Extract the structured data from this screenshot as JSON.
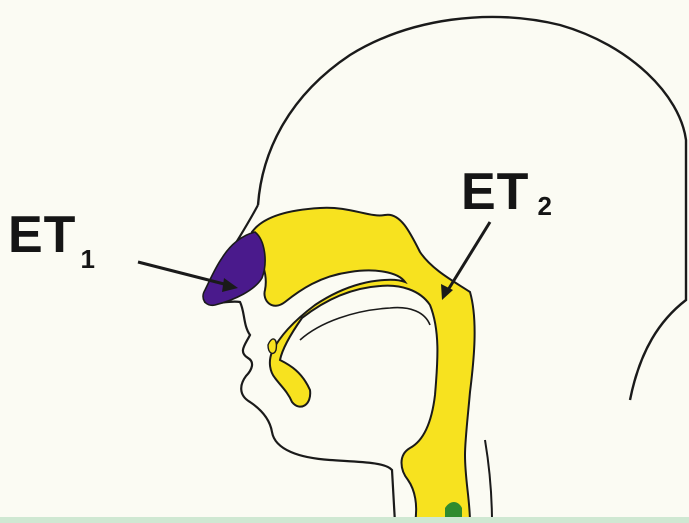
{
  "labels": {
    "et1": {
      "main": "ET",
      "sub": "1"
    },
    "et2": {
      "main": "ET",
      "sub": "2"
    }
  },
  "colors": {
    "background": "#fbfbf3",
    "outline": "#1a1a1a",
    "airway_fill": "#f7e21f",
    "et1_region_fill": "#4a1a8c",
    "trachea_fill": "#2e8b2e",
    "bottom_band": "#cfe8d2"
  }
}
